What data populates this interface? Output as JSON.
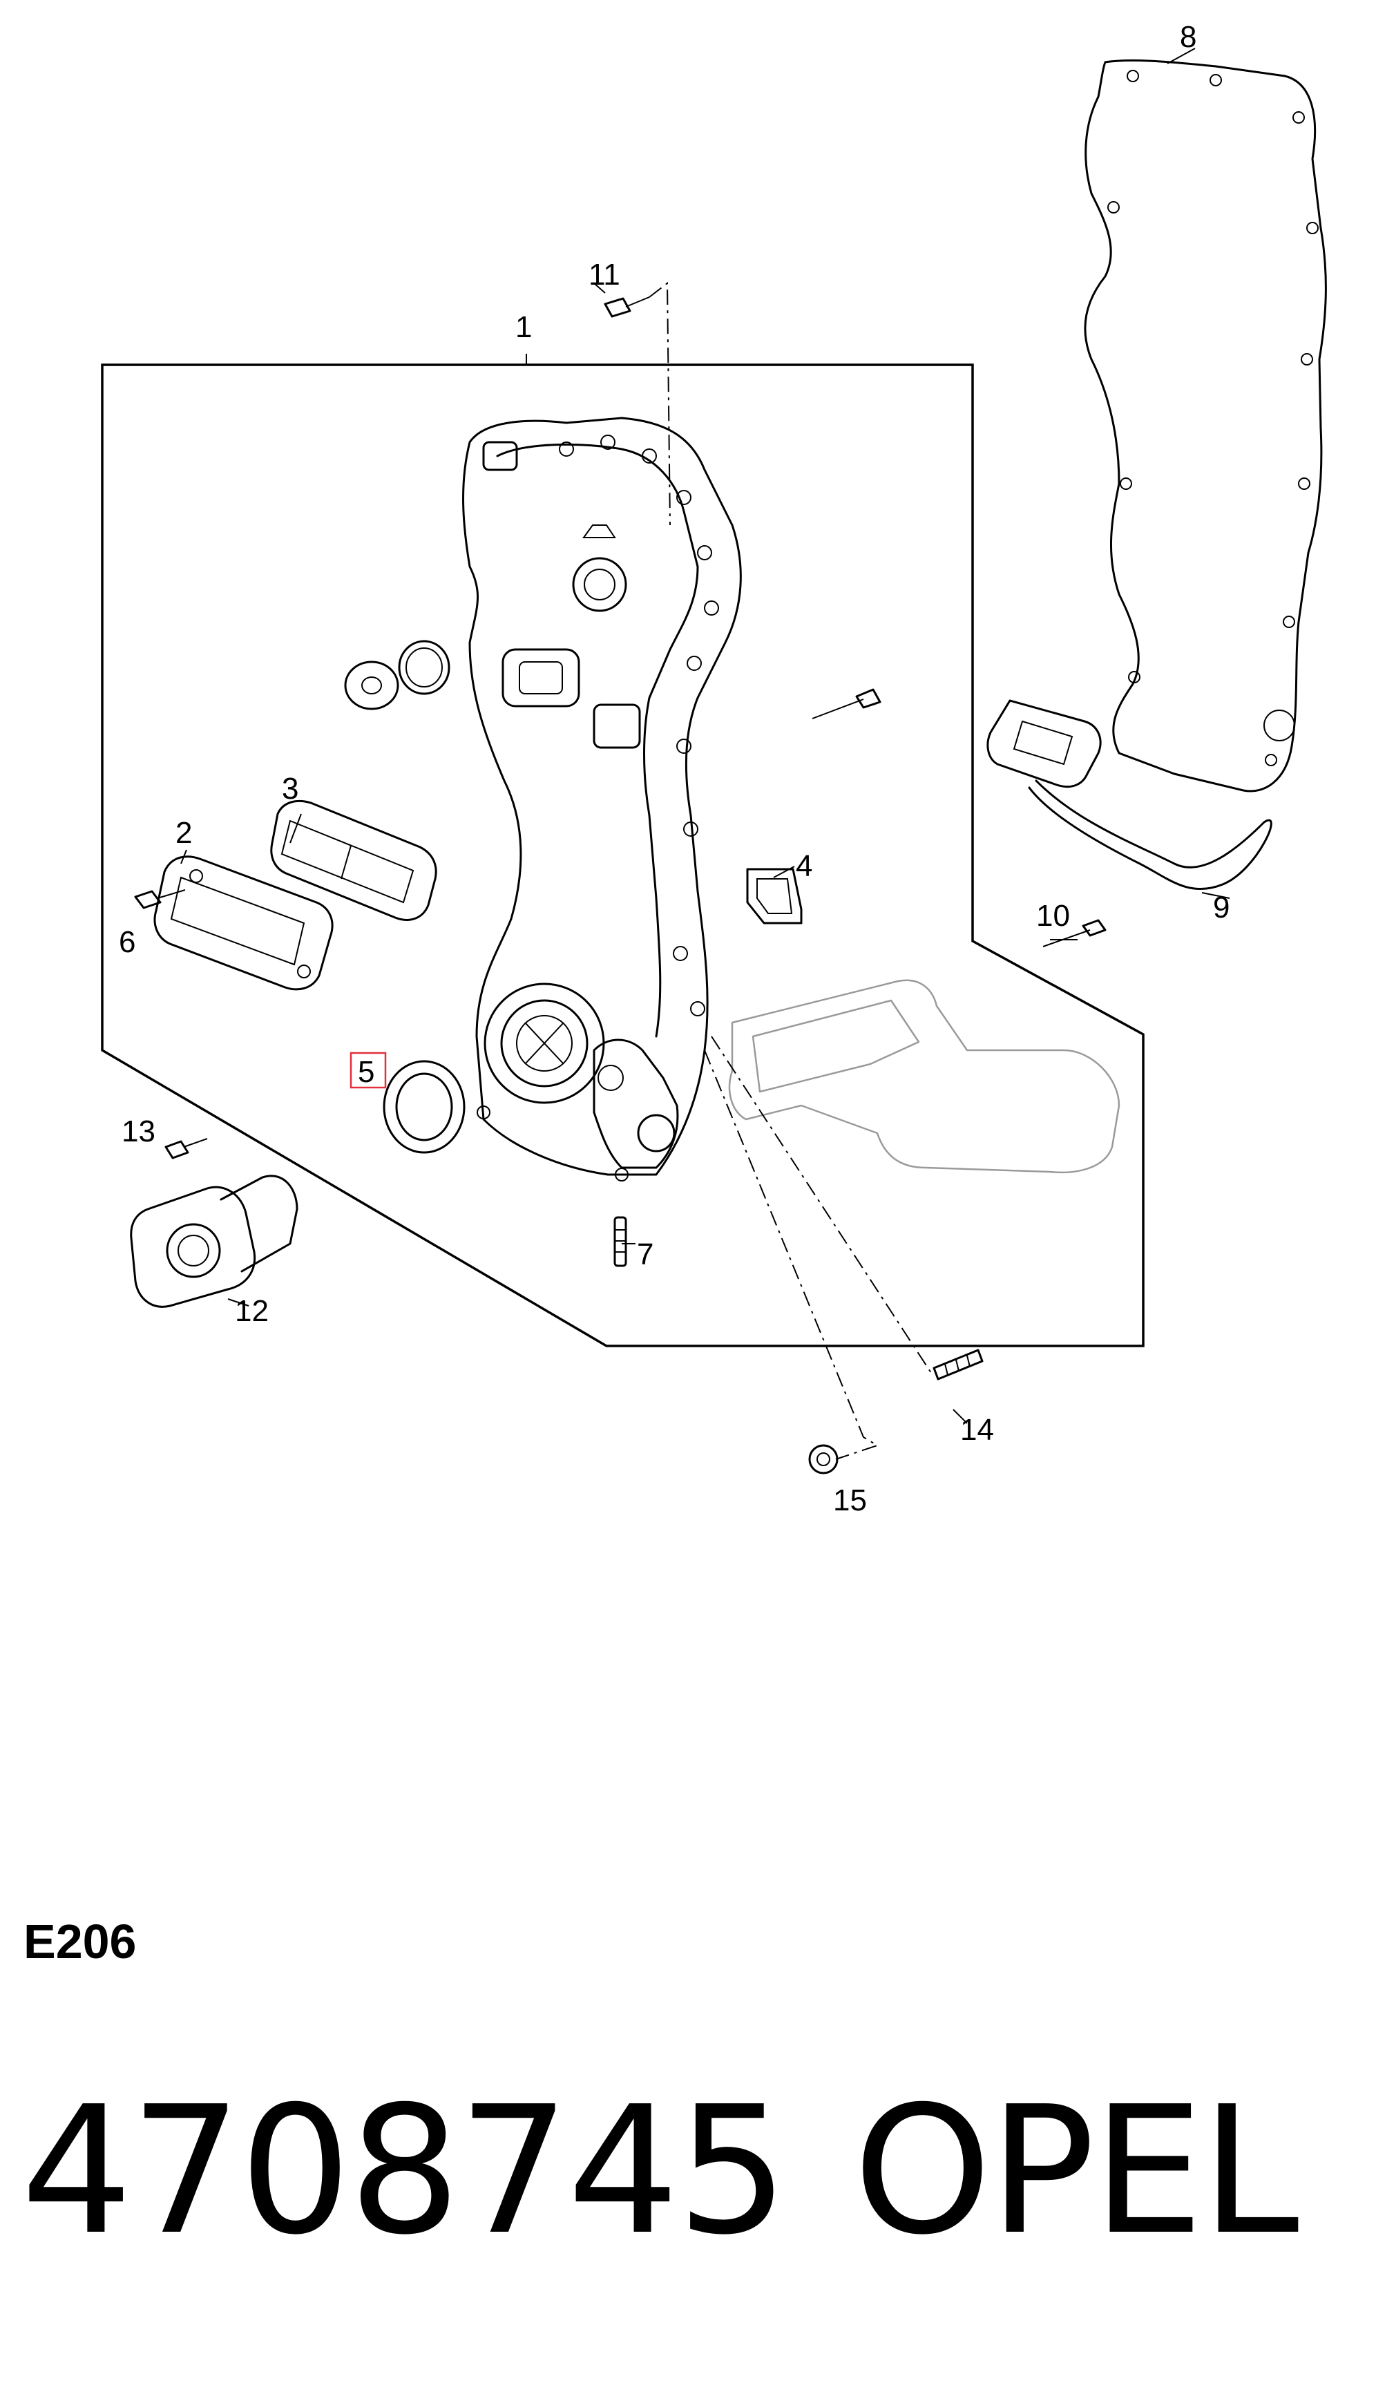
{
  "diagram": {
    "callouts": [
      "1",
      "2",
      "3",
      "4",
      "5",
      "6",
      "7",
      "8",
      "9",
      "10",
      "11",
      "12",
      "13",
      "14",
      "15"
    ],
    "highlighted_callout": "5",
    "highlight_color": "#e0303a"
  },
  "footer": {
    "section_code": "E206",
    "part_number": "4708745",
    "brand": "OPEL"
  }
}
